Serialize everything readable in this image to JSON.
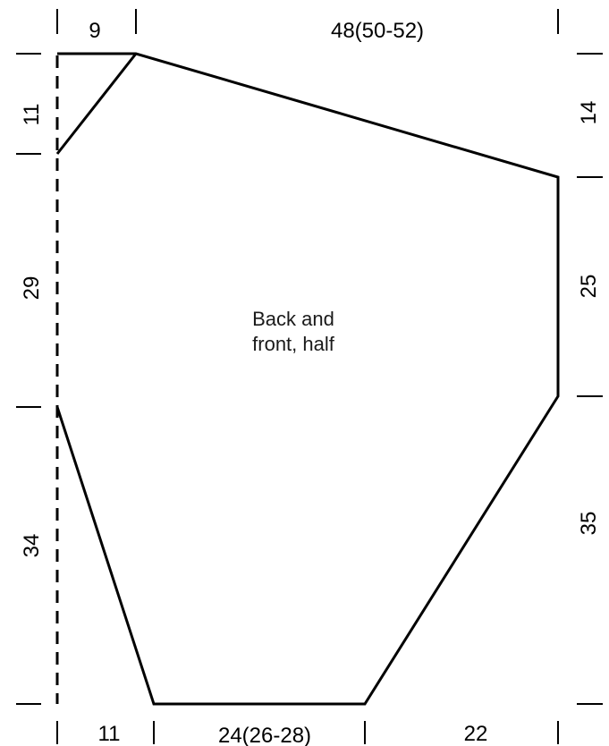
{
  "diagram": {
    "center_label": {
      "line1": "Back and",
      "line2": "front, half"
    },
    "top_dimensions": {
      "left": "9",
      "right": "48(50-52)"
    },
    "bottom_dimensions": {
      "left": "11",
      "middle": "24(26-28)",
      "right": "22"
    },
    "left_dimensions": {
      "top": "11",
      "middle": "29",
      "bottom": "34"
    },
    "right_dimensions": {
      "top": "14",
      "middle": "25",
      "bottom": "35"
    },
    "colors": {
      "line": "#000000",
      "background": "#ffffff"
    }
  }
}
